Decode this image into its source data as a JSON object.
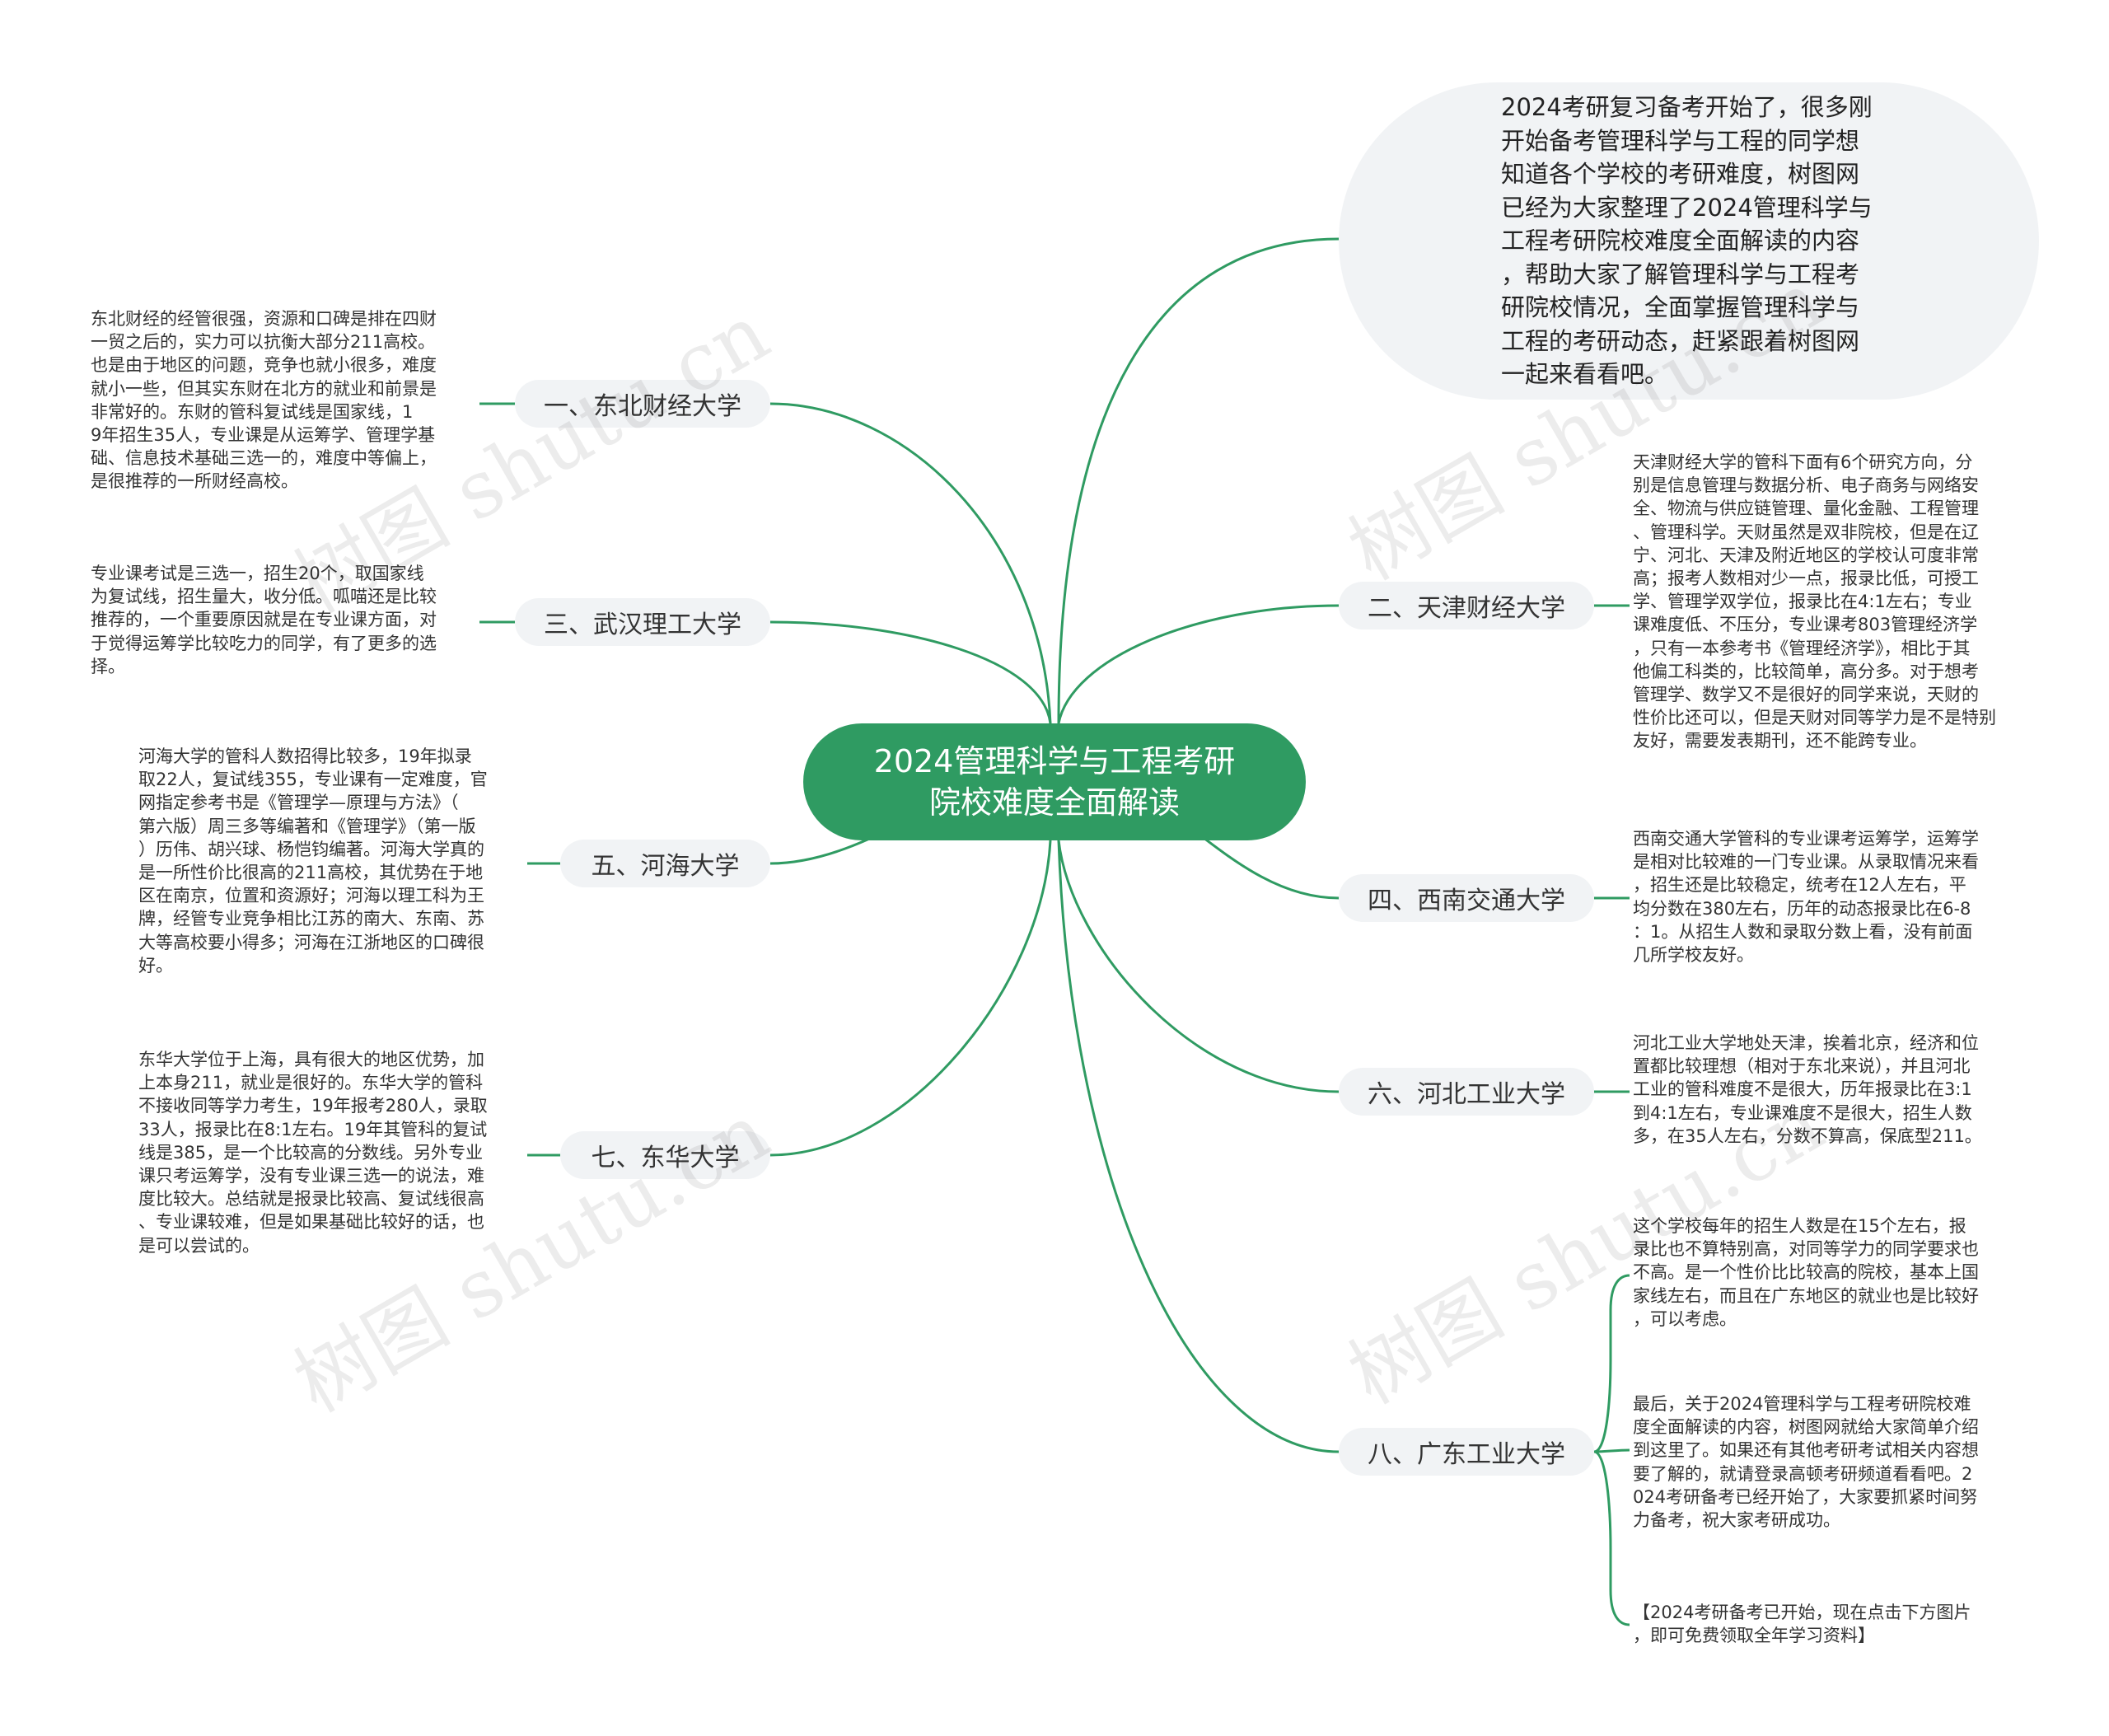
{
  "colors": {
    "link": "#2f9b62",
    "center_fill": "#2f9b62",
    "node_fill": "#f1f3f5"
  },
  "center": "2024管理科学与工程考研\n院校难度全面解读",
  "intro": "2024考研复习备考开始了，很多刚\n开始备考管理科学与工程的同学想\n知道各个学校的考研难度，树图网\n已经为大家整理了2024管理科学与\n工程考研院校难度全面解读的内容\n，帮助大家了解管理科学与工程考\n研院校情况，全面掌握管理科学与\n工程的考研动态，赶紧跟着树图网\n一起来看看吧。",
  "branches": [
    {
      "label": "一、东北财经大学",
      "notes": [
        "东北财经的经管很强，资源和口碑是排在四财\n一贸之后的，实力可以抗衡大部分211高校。\n也是由于地区的问题，竞争也就小很多，难度\n就小一些，但其实东财在北方的就业和前景是\n非常好的。东财的管科复试线是国家线，1\n9年招生35人，专业课是从运筹学、管理学基\n础、信息技术基础三选一的，难度中等偏上，\n是很推荐的一所财经高校。"
      ]
    },
    {
      "label": "二、天津财经大学",
      "notes": [
        "天津财经大学的管科下面有6个研究方向，分\n别是信息管理与数据分析、电子商务与网络安\n全、物流与供应链管理、量化金融、工程管理\n、管理科学。天财虽然是双非院校，但是在辽\n宁、河北、天津及附近地区的学校认可度非常\n高；报考人数相对少一点，报录比低，可授工\n学、管理学双学位，报录比在4:1左右；专业\n课难度低、不压分，专业课考803管理经济学\n，只有一本参考书《管理经济学》，相比于其\n他偏工科类的，比较简单，高分多。对于想考\n管理学、数学又不是很好的同学来说，天财的\n性价比还可以，但是天财对同等学力是不是特别\n友好，需要发表期刊，还不能跨专业。"
      ]
    },
    {
      "label": "三、武汉理工大学",
      "notes": [
        "专业课考试是三选一，招生20个，取国家线\n为复试线，招生量大，收分低。呱喵还是比较\n推荐的，一个重要原因就是在专业课方面，对\n于觉得运筹学比较吃力的同学，有了更多的选\n择。"
      ]
    },
    {
      "label": "四、西南交通大学",
      "notes": [
        "西南交通大学管科的专业课考运筹学，运筹学\n是相对比较难的一门专业课。从录取情况来看\n，招生还是比较稳定，统考在12人左右，平\n均分数在380左右，历年的动态报录比在6-8\n：1。从招生人数和录取分数上看，没有前面\n几所学校友好。"
      ]
    },
    {
      "label": "五、河海大学",
      "notes": [
        "河海大学的管科人数招得比较多，19年拟录\n取22人，复试线355，专业课有一定难度，官\n网指定参考书是《管理学—原理与方法》（\n第六版）周三多等编著和《管理学》（第一版\n）历伟、胡兴球、杨恺钧编著。河海大学真的\n是一所性价比很高的211高校，其优势在于地\n区在南京，位置和资源好；河海以理工科为王\n牌，经管专业竞争相比江苏的南大、东南、苏\n大等高校要小得多；河海在江浙地区的口碑很\n好。"
      ]
    },
    {
      "label": "六、河北工业大学",
      "notes": [
        "河北工业大学地处天津，挨着北京，经济和位\n置都比较理想（相对于东北来说），并且河北\n工业的管科难度不是很大，历年报录比在3:1\n到4:1左右，专业课难度不是很大，招生人数\n多，在35人左右，分数不算高，保底型211。"
      ]
    },
    {
      "label": "七、东华大学",
      "notes": [
        "东华大学位于上海，具有很大的地区优势，加\n上本身211，就业是很好的。东华大学的管科\n不接收同等学力考生，19年报考280人，录取\n33人，报录比在8:1左右。19年其管科的复试\n线是385，是一个比较高的分数线。另外专业\n课只考运筹学，没有专业课三选一的说法，难\n度比较大。总结就是报录比较高、复试线很高\n、专业课较难，但是如果基础比较好的话，也\n是可以尝试的。"
      ]
    },
    {
      "label": "八、广东工业大学",
      "notes": [
        "这个学校每年的招生人数是在15个左右，报\n录比也不算特别高，对同等学力的同学要求也\n不高。是一个性价比比较高的院校，基本上国\n家线左右，而且在广东地区的就业也是比较好\n，可以考虑。",
        "最后，关于2024管理科学与工程考研院校难\n度全面解读的内容，树图网就给大家简单介绍\n到这里了。如果还有其他考研考试相关内容想\n要了解的，就请登录高顿考研频道看看吧。2\n024考研备考已经开始了，大家要抓紧时间努\n力备考，祝大家考研成功。",
        "【2024考研备考已开始，现在点击下方图片\n，即可免费领取全年学习资料】"
      ]
    }
  ]
}
